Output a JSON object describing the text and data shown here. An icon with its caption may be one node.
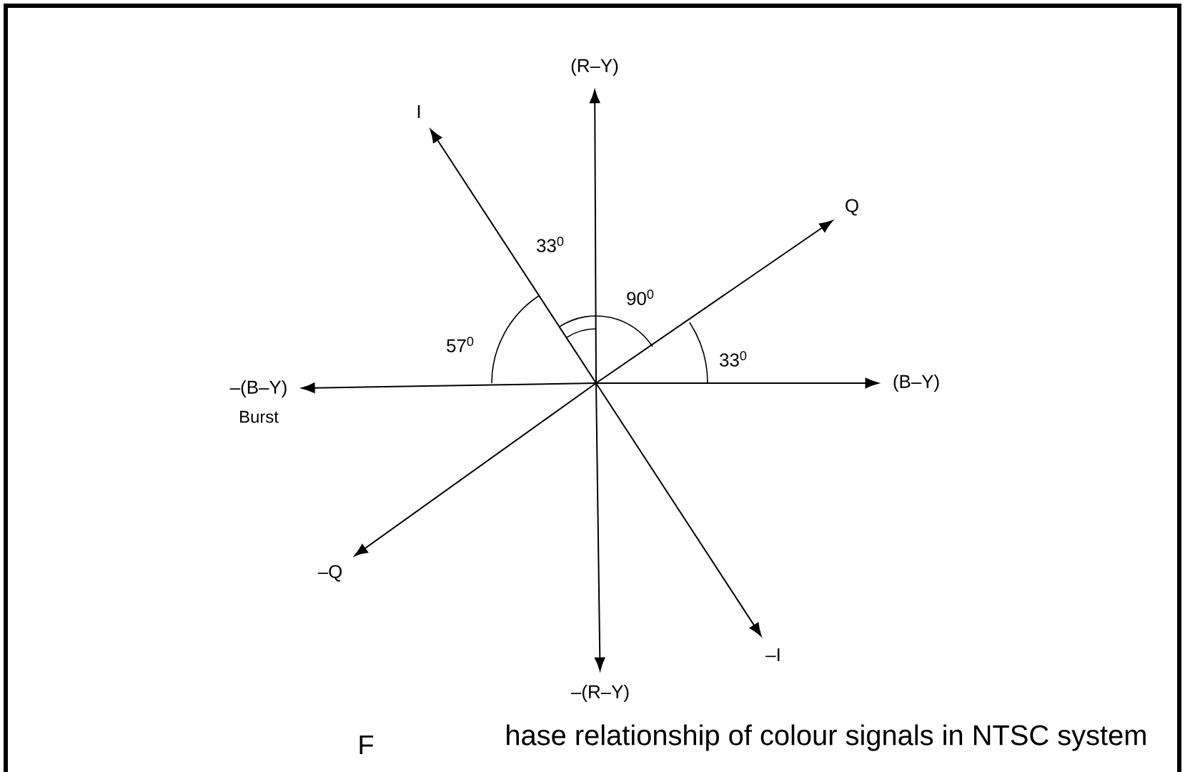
{
  "diagram": {
    "caption": "hase relationship of colour signals in NTSC system",
    "nodes": [
      {
        "text": [
          "(R–Y)"
        ]
      },
      {
        "text": [
          "I"
        ]
      },
      {
        "text": [
          "Q"
        ]
      },
      {
        "text": [
          "–(B–Y)"
        ],
        "beside": [
          "Burst"
        ]
      },
      {
        "text": [
          "(B–Y)"
        ]
      },
      {
        "text": [
          "–Q"
        ]
      },
      {
        "text": [
          "–I"
        ]
      },
      {
        "text": [
          "–(R–Y)"
        ]
      }
    ],
    "edges": [
      {
        "from": null,
        "to": 0,
        "arrow": "to"
      },
      {
        "from": null,
        "to": 1,
        "arrow": "to"
      },
      {
        "from": null,
        "to": 2,
        "arrow": "to"
      },
      {
        "from": null,
        "to": 3,
        "arrow": "to"
      },
      {
        "from": null,
        "to": 4,
        "arrow": "to"
      },
      {
        "from": null,
        "to": 5,
        "arrow": "to"
      },
      {
        "from": null,
        "to": 6,
        "arrow": "to"
      },
      {
        "from": null,
        "to": 7,
        "arrow": "to"
      }
    ],
    "labels": [
      "33$^{0}$",
      "90$^{0}$",
      "57$^{0}$",
      "33$^{0}$",
      "F"
    ]
  }
}
